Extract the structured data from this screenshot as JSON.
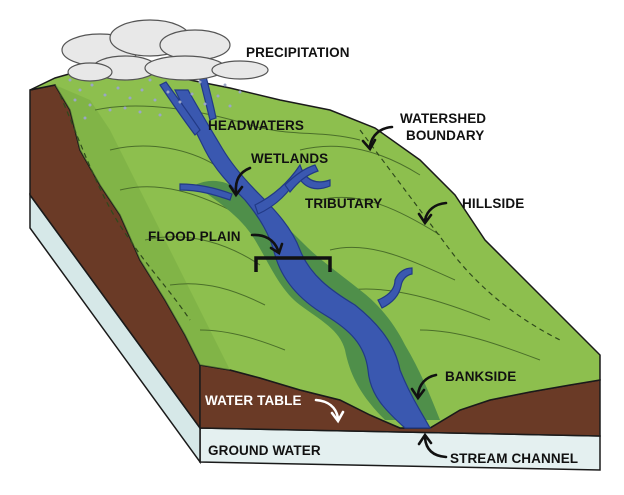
{
  "labels": {
    "precipitation": "PRECIPITATION",
    "headwaters": "HEADWATERS",
    "watershed_boundary_line1": "WATERSHED",
    "watershed_boundary_line2": "BOUNDARY",
    "wetlands": "WETLANDS",
    "tributary": "TRIBUTARY",
    "hillside": "HILLSIDE",
    "flood_plain": "FLOOD PLAIN",
    "bankside": "BANKSIDE",
    "water_table": "WATER TABLE",
    "ground_water": "GROUND WATER",
    "stream_channel": "STREAM CHANNEL"
  },
  "colors": {
    "land": "#8dbf4e",
    "land_dark": "#6f9e3a",
    "riparian": "#4f8f4a",
    "stream": "#3a58b0",
    "stream_edge": "#223a86",
    "soil": "#6a3a26",
    "groundwater": "#e4f0f0",
    "cloud": "#e8e8e8"
  }
}
